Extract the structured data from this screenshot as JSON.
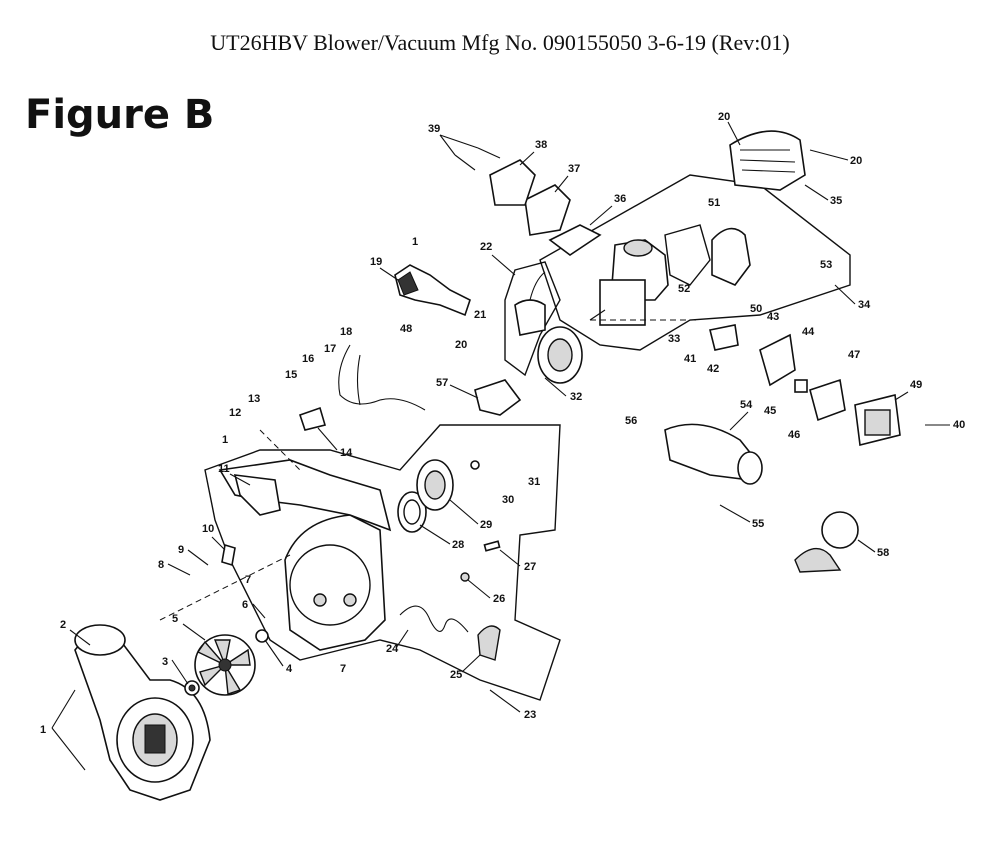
{
  "header": {
    "title": "UT26HBV Blower/Vacuum Mfg No. 090155050 3-6-19 (Rev:01)",
    "figure_label": "Figure B"
  },
  "callouts": {
    "c1a": "1",
    "c1b": "1",
    "c1c": "1",
    "c2": "2",
    "c3": "3",
    "c4": "4",
    "c5": "5",
    "c6": "6",
    "c7a": "7",
    "c7b": "7",
    "c8": "8",
    "c9": "9",
    "c10": "10",
    "c11": "11",
    "c12": "12",
    "c13": "13",
    "c14": "14",
    "c15": "15",
    "c16": "16",
    "c17": "17",
    "c18": "18",
    "c19": "19",
    "c20a": "20",
    "c20b": "20",
    "c20c": "20",
    "c21": "21",
    "c22": "22",
    "c23": "23",
    "c24": "24",
    "c25": "25",
    "c26": "26",
    "c27": "27",
    "c28": "28",
    "c29": "29",
    "c30": "30",
    "c31": "31",
    "c32": "32",
    "c33": "33",
    "c34": "34",
    "c35": "35",
    "c36": "36",
    "c37": "37",
    "c38": "38",
    "c39": "39",
    "c40": "40",
    "c41": "41",
    "c42": "42",
    "c43": "43",
    "c44": "44",
    "c45": "45",
    "c46": "46",
    "c47": "47",
    "c48": "48",
    "c49": "49",
    "c50": "50",
    "c51": "51",
    "c52": "52",
    "c53": "53",
    "c54": "54",
    "c55": "55",
    "c56": "56",
    "c57": "57",
    "c58": "58"
  }
}
